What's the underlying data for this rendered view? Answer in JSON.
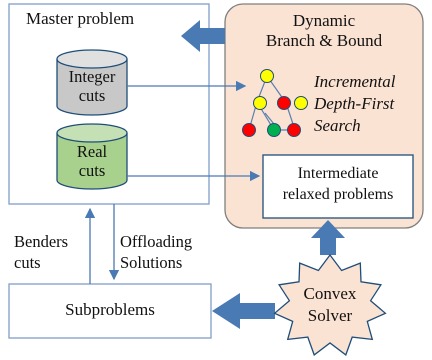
{
  "master": {
    "title": "Master problem"
  },
  "integer_cuts": {
    "line1": "Integer",
    "line2": "cuts"
  },
  "real_cuts": {
    "line1": "Real",
    "line2": "cuts"
  },
  "dbb": {
    "title_line1": "Dynamic",
    "title_line2": "Branch & Bound",
    "search_line1": "Incremental",
    "search_line2": "Depth-First",
    "search_line3": "Search"
  },
  "intermediate": {
    "line1": "Intermediate",
    "line2": "relaxed problems"
  },
  "benders": {
    "line1": "Benders",
    "line2": "cuts"
  },
  "offloading": {
    "line1": "Offloading",
    "line2": "Solutions"
  },
  "subproblems": {
    "label": "Subproblems"
  },
  "solver": {
    "line1": "Convex",
    "line2": "Solver"
  },
  "colors": {
    "dbb_fill": "#fbe3d4",
    "integer_fill": "#c8c8c8",
    "real_fill": "#a9d18e",
    "arrow": "#4a7ab3",
    "node_yellow": "#ffff00",
    "node_red": "#ff0000",
    "node_green": "#00b050"
  }
}
